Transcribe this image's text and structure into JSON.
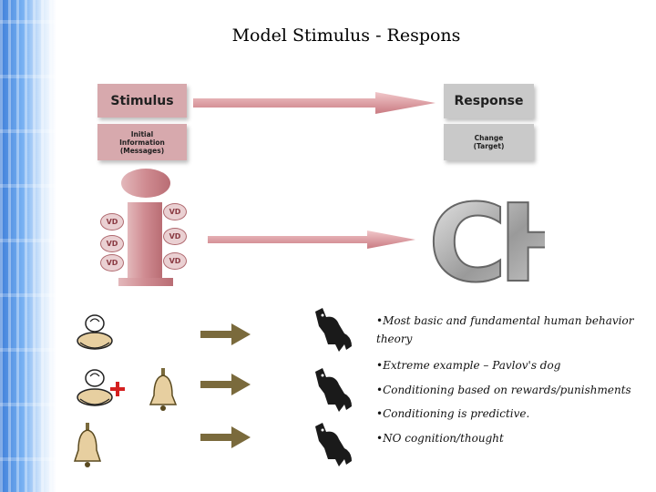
{
  "slide": {
    "title": "Model Stimulus - Respons"
  },
  "diagram": {
    "stimulus_label": "Stimulus",
    "stimulus_info": "Initial Information (Messages)",
    "response_label": "Response",
    "response_info": "Change (Target)",
    "vd_badges": [
      "VD",
      "VD",
      "VD",
      "VD",
      "VD",
      "VD"
    ],
    "change_glyph": "CH"
  },
  "bullets": [
    "•Most basic and fundamental human behavior theory",
    "•Extreme example – Pavlov's dog",
    "•Conditioning based on rewards/punishments",
    "•Conditioning is predictive.",
    "•NO cognition/thought"
  ],
  "icons": [
    "side-band",
    "arrow",
    "info-i-icon",
    "food-bowl-icon",
    "bell-icon",
    "plus-icon",
    "dog-icon",
    "arrow-icon"
  ],
  "colors": {
    "box_pink": "#d7a9ad",
    "box_grey": "#c9c9c9",
    "arrow_pink": "#d88f96",
    "arrow_olive": "#7a6a3c",
    "plus_red": "#d42020"
  }
}
